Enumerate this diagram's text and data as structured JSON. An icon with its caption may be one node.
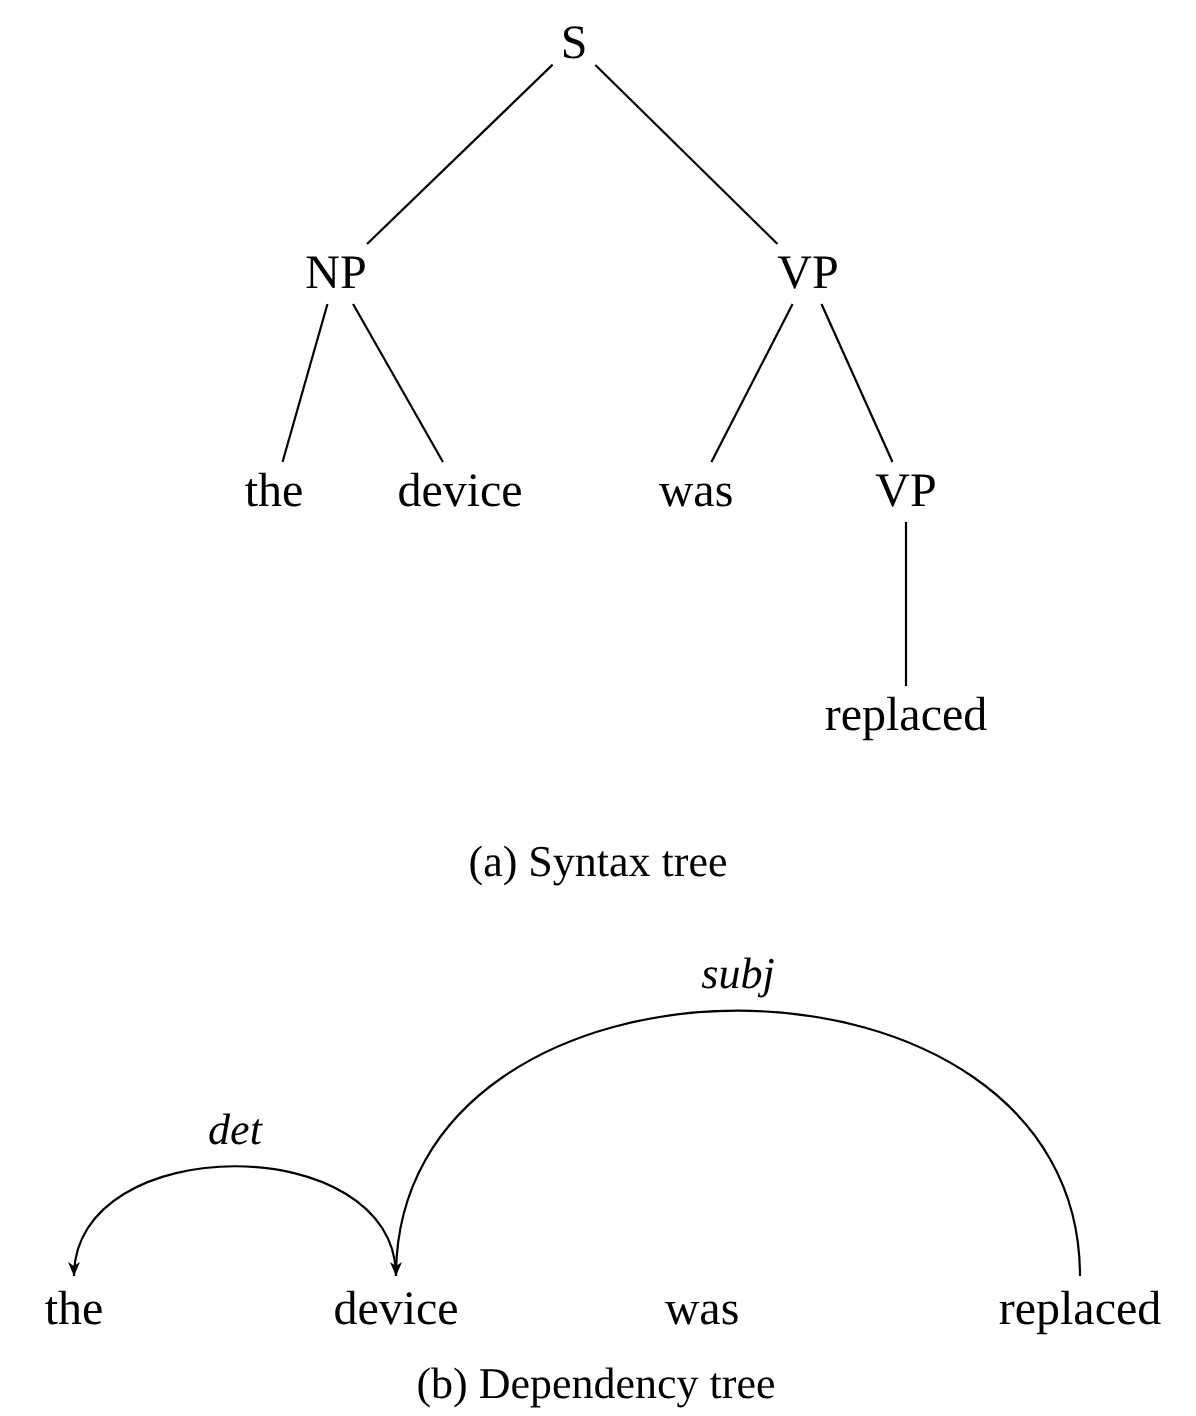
{
  "diagram": {
    "nodes": [
      {
        "text": [
          "S"
        ]
      },
      {
        "text": [
          "NP"
        ]
      },
      {
        "text": [
          "VP"
        ]
      },
      {
        "text": [
          "the"
        ]
      },
      {
        "text": [
          "device"
        ]
      },
      {
        "text": [
          "was"
        ]
      },
      {
        "text": [
          "VP"
        ]
      },
      {
        "text": [
          "replaced"
        ]
      },
      {
        "text": [
          "the"
        ]
      },
      {
        "text": [
          "device"
        ]
      },
      {
        "text": [
          "was"
        ]
      },
      {
        "text": [
          "replaced"
        ]
      }
    ],
    "edges": [
      {
        "from": 0,
        "to": 1,
        "arrow": "none"
      },
      {
        "from": 0,
        "to": 2,
        "arrow": "none"
      },
      {
        "from": 1,
        "to": 3,
        "arrow": "none"
      },
      {
        "from": 1,
        "to": 4,
        "arrow": "none"
      },
      {
        "from": 2,
        "to": 5,
        "arrow": "none"
      },
      {
        "from": 2,
        "to": 6,
        "arrow": "none"
      },
      {
        "from": 6,
        "to": 7,
        "arrow": "none"
      },
      {
        "from": 9,
        "to": 8,
        "arrow": "to",
        "label": "det"
      },
      {
        "from": 11,
        "to": 9,
        "arrow": "to",
        "label": "subj"
      }
    ],
    "labels": [
      "(a) Syntax tree",
      "(b) Dependency tree"
    ]
  }
}
